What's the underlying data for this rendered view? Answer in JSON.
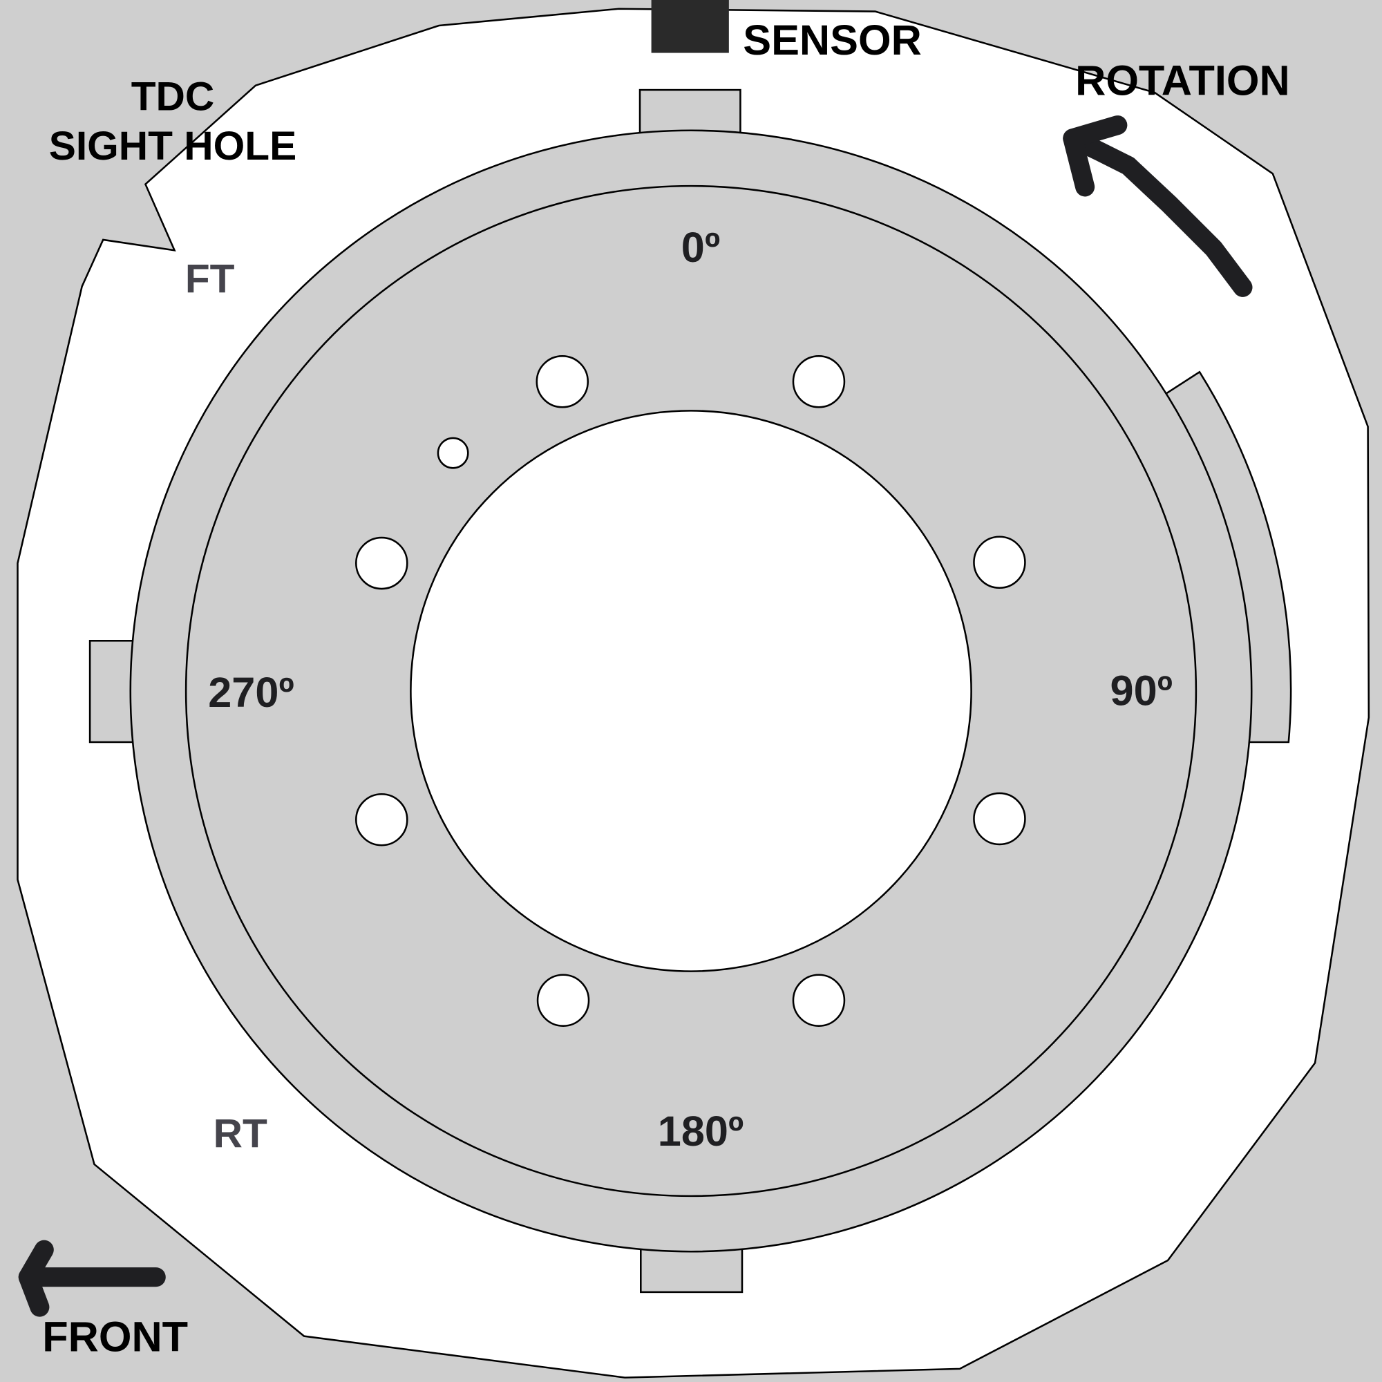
{
  "labels": {
    "sensor": "SENSOR",
    "rotation": "ROTATION",
    "tdc_line1": "TDC",
    "tdc_line2": "SIGHT HOLE",
    "ft": "FT",
    "rt": "RT",
    "front": "FRONT",
    "deg_0": "0º",
    "deg_90": "90º",
    "deg_180": "180º",
    "deg_270": "270º"
  },
  "colors": {
    "background": "#cfcfcf",
    "housing": "#ffffff",
    "flywheel": "#cfcfcf",
    "ink": "#000000",
    "arrow": "#1f1f22",
    "marker_text": "#45444c",
    "sensor": "#2a2a2a"
  }
}
